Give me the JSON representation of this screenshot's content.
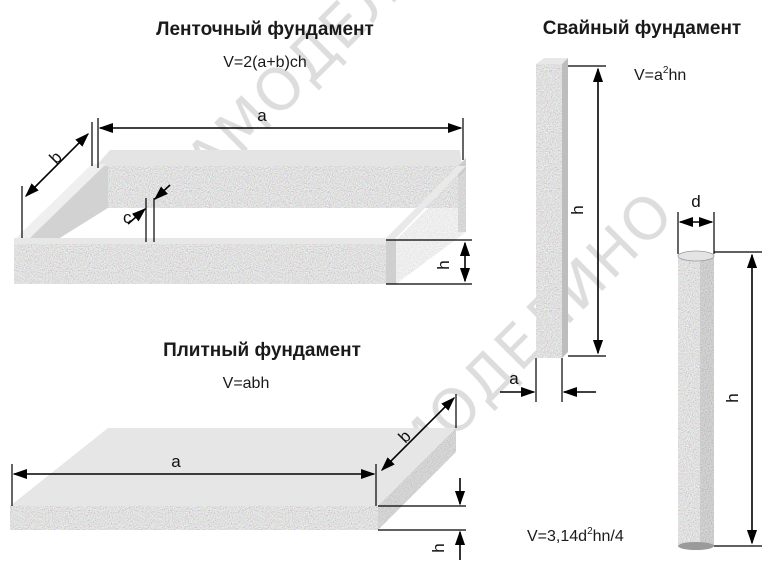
{
  "watermark": "САМОДЕЛИНО",
  "strip": {
    "title": "Ленточный фундамент",
    "formula": "V=2(a+b)ch",
    "labels": {
      "a": "a",
      "b": "b",
      "c": "c",
      "h": "h"
    }
  },
  "slab": {
    "title": "Плитный фундамент",
    "formula": "V=abh",
    "labels": {
      "a": "a",
      "b": "b",
      "h": "h"
    }
  },
  "pile": {
    "title": "Свайный фундамент",
    "square_formula": {
      "base": "V=a",
      "sup": "2",
      "tail": "hn"
    },
    "round_formula": {
      "base": "V=3,14d",
      "sup": "2",
      "tail": "hn/4"
    },
    "labels": {
      "h_square": "h",
      "a": "a",
      "d": "d",
      "h_round": "h"
    }
  },
  "colors": {
    "granite": "#a9a9a9",
    "top_face": "#e6e6e6",
    "side_face": "#cfcfcf",
    "line": "#000000"
  }
}
